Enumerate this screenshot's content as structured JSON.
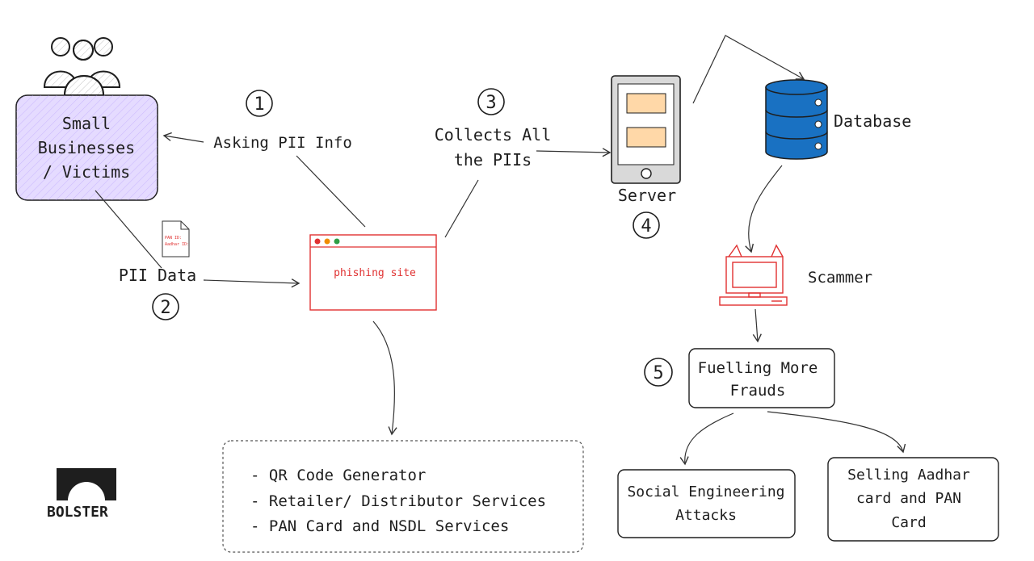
{
  "victims": {
    "line1": "Small",
    "line2": "Businesses",
    "line3": "/ Victims"
  },
  "steps": {
    "s1": "1",
    "s2": "2",
    "s3": "3",
    "s4": "4",
    "s5": "5"
  },
  "labels": {
    "asking_pii": "Asking PII Info",
    "pii_data": "PII Data",
    "collects_line1": "Collects All",
    "collects_line2": "the PIIs",
    "server": "Server",
    "database": "Database",
    "scammer": "Scammer",
    "phishing_site": "phishing site"
  },
  "document": {
    "line1": "PAN ID:",
    "line2": "Aadhar ID:"
  },
  "fuelling": {
    "line1": "Fuelling More",
    "line2": "Frauds"
  },
  "social": {
    "line1": "Social Engineering",
    "line2": "Attacks"
  },
  "selling": {
    "line1": "Selling Aadhar",
    "line2": "card and PAN",
    "line3": "Card"
  },
  "services": [
    "- QR Code Generator",
    "- Retailer/ Distributor Services",
    "- PAN Card and NSDL Services"
  ],
  "logo": {
    "text": "BOLSTER"
  },
  "colors": {
    "victims_fill": "#d0bfff",
    "database_blue": "#1971c2",
    "phishing_red": "#e03131",
    "server_panel": "#ffd8a8"
  }
}
